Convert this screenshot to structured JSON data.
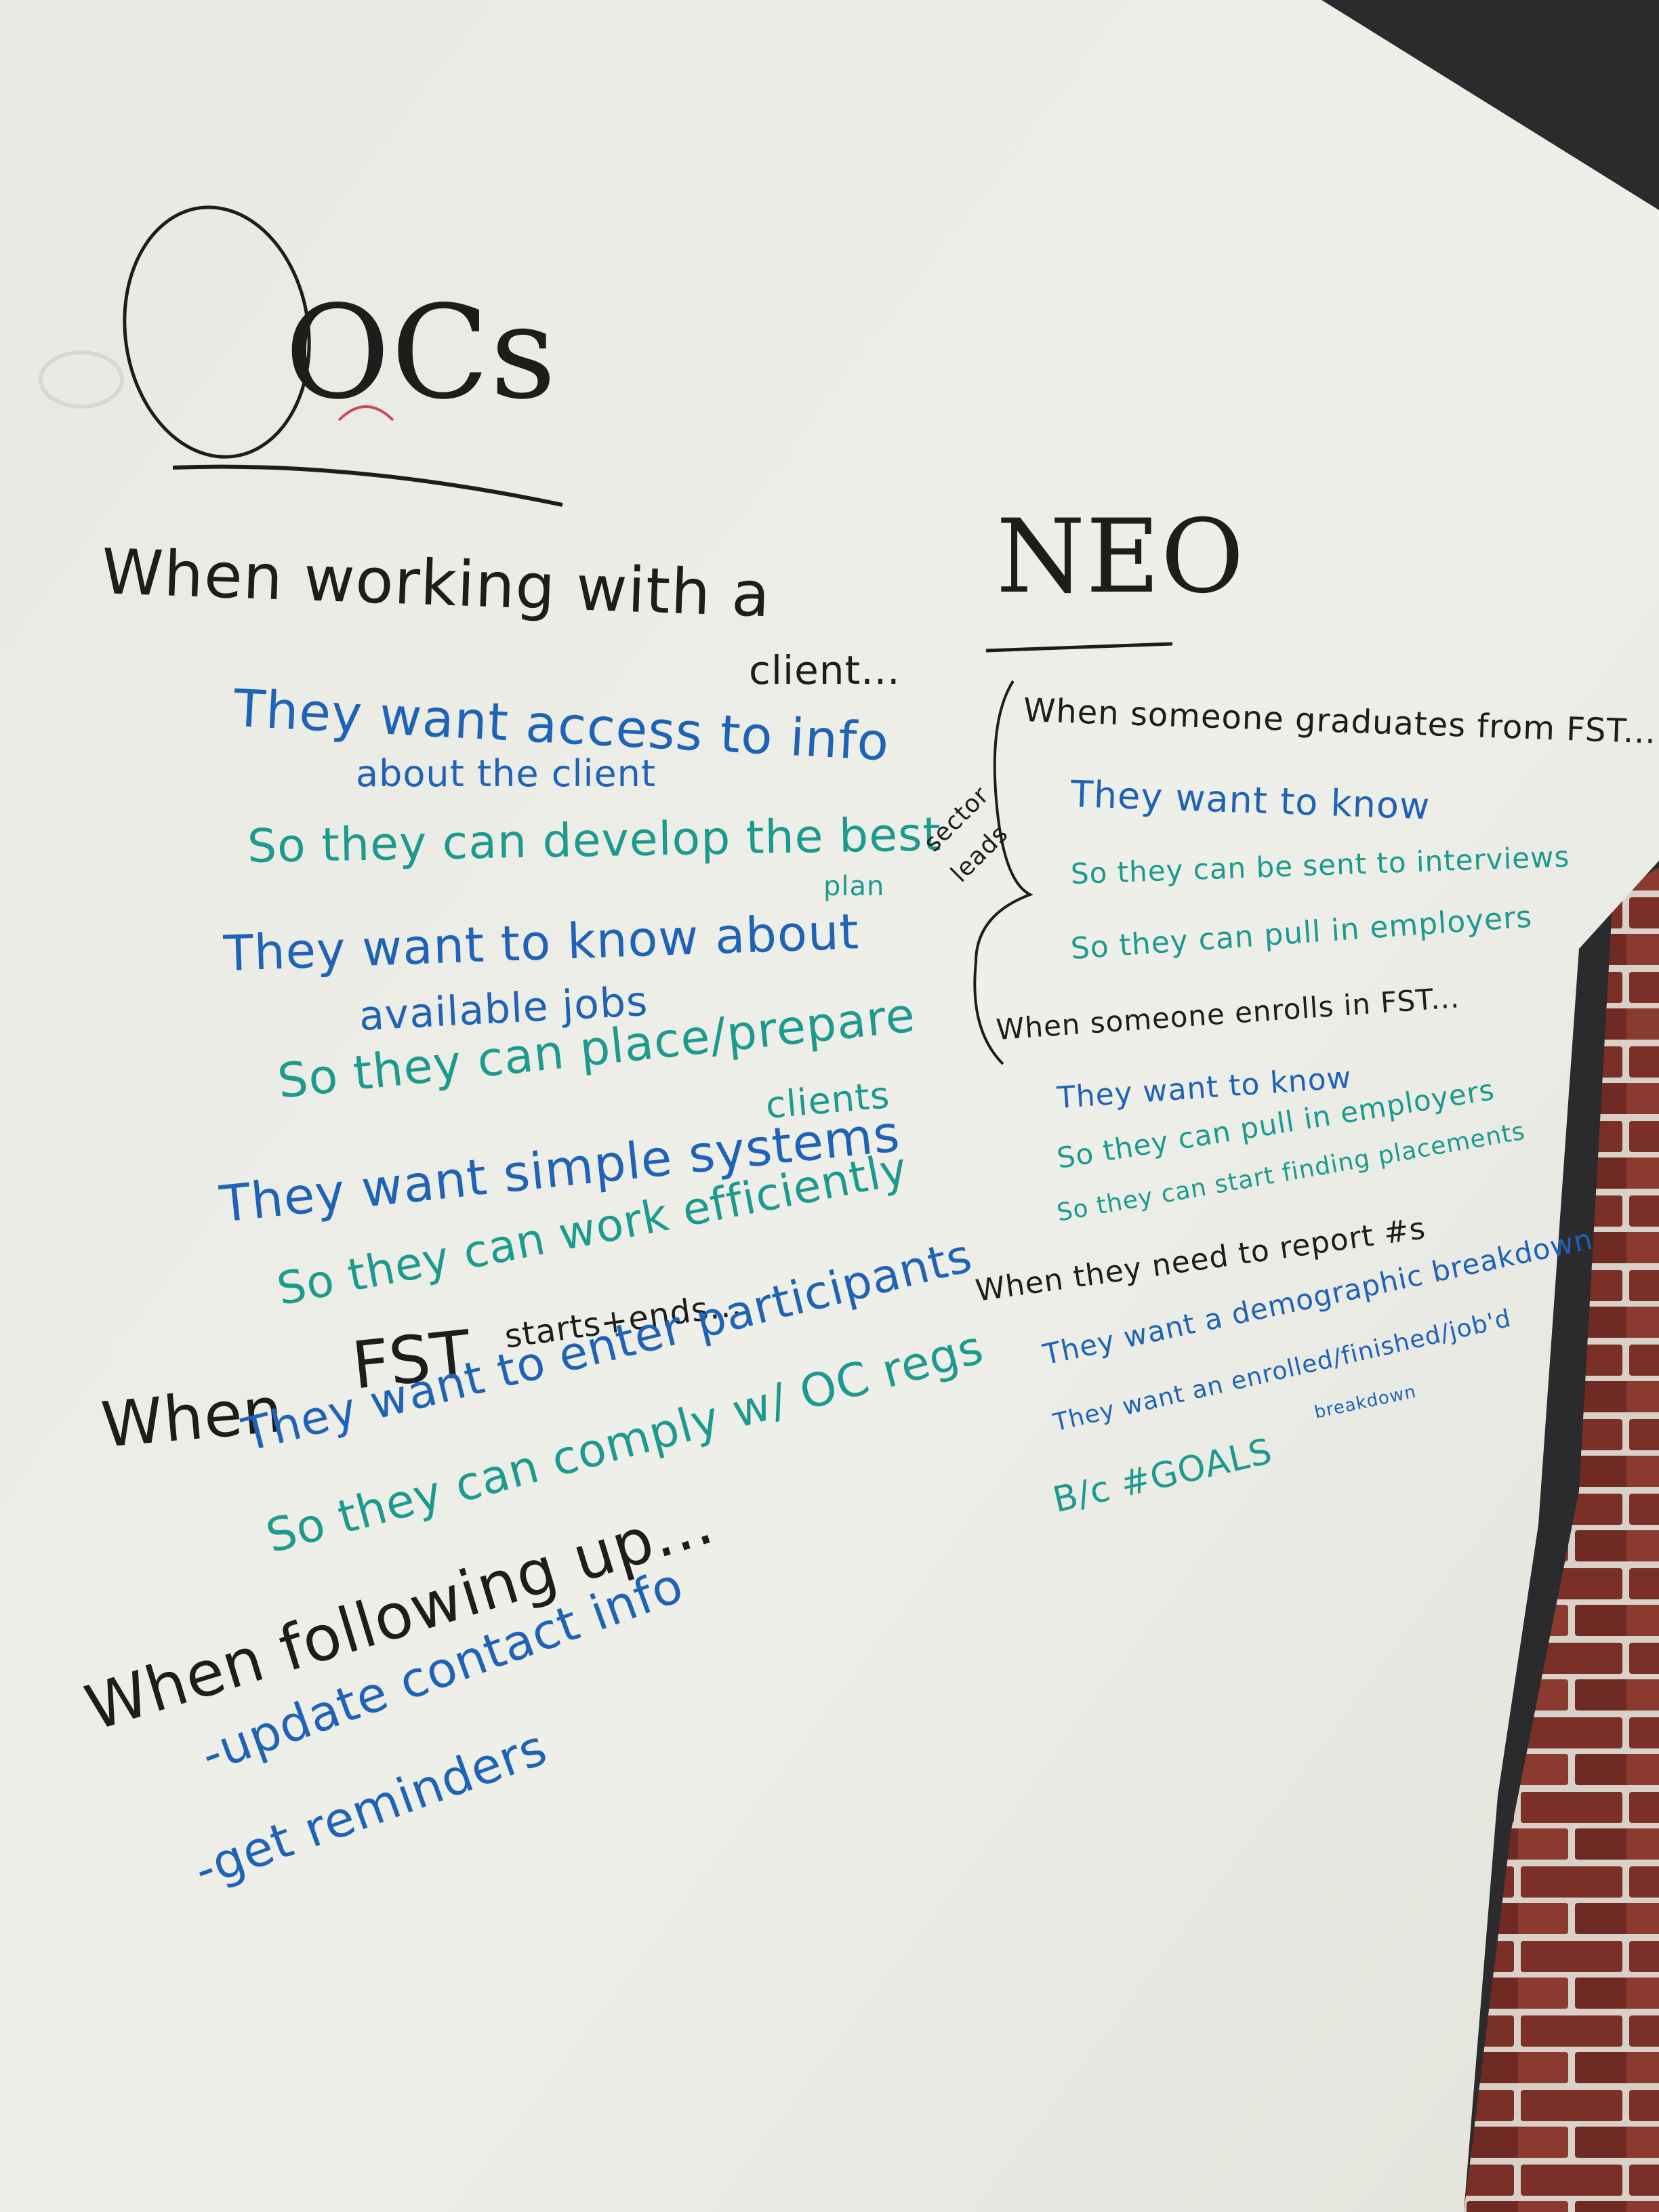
{
  "colors": {
    "board": "#ebebe6",
    "ink_black": "#1f1d1c",
    "ink_blue": "#1e63b6",
    "ink_teal": "#1d9a8e",
    "wall": "#2b2b2d",
    "brick": "#7a2f27"
  },
  "left": {
    "title": "OCs",
    "sections": [
      {
        "heading": "When working with a",
        "heading_cont": "client...",
        "items": [
          {
            "want": "They want access to info",
            "want_cont": "about the client"
          },
          {
            "so": "So they can develop the best",
            "so_cont": "plan"
          },
          {
            "want": "They want to know about",
            "want_cont": "available jobs"
          },
          {
            "so": "So they can place/prepare",
            "so_cont": "clients"
          },
          {
            "want": "They want simple systems"
          },
          {
            "so": "So they can work efficiently"
          }
        ]
      },
      {
        "heading_word": "When",
        "heading_fst": "FST",
        "heading_rest": "starts+ends...",
        "items": [
          {
            "want": "They want to enter participants"
          },
          {
            "so": "So they can comply w/ OC regs"
          }
        ]
      },
      {
        "heading": "When following up...",
        "bullets": [
          "-update contact info",
          "-get reminders"
        ]
      }
    ]
  },
  "right": {
    "title": "NEO",
    "bracket_label": [
      "sector",
      "leads"
    ],
    "sections": [
      {
        "heading": "When someone graduates from FST...",
        "items": [
          "They want to know",
          "So they can be sent to interviews",
          "So they can pull in employers"
        ]
      },
      {
        "heading": "When someone enrolls in FST...",
        "items": [
          "They want to know",
          "So they can pull in employers",
          "So they can start finding placements"
        ]
      },
      {
        "heading": "When they need to report #s",
        "items": [
          "They want a demographic breakdown",
          "They want an enrolled/finished/job'd",
          "breakdown",
          "B/c #GOALS"
        ]
      }
    ]
  }
}
